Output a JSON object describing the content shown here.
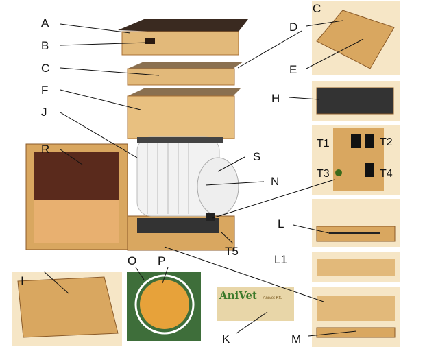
{
  "labels": {
    "A": "A",
    "B": "B",
    "C": "C",
    "F": "F",
    "J": "J",
    "R": "R",
    "I": "I",
    "O": "O",
    "P": "P",
    "K": "K",
    "M": "M",
    "L1": "L1",
    "L": "L",
    "T5": "T5",
    "S": "S",
    "N": "N",
    "H": "H",
    "E": "E",
    "D": "D",
    "C_inset": "C",
    "T1": "T1",
    "T2": "T2",
    "T3": "T3",
    "T4": "T4"
  },
  "nameplate": {
    "brand": "AniVet",
    "company": "AniVet Kft."
  },
  "colors": {
    "wood": "#e2b97a",
    "wood_dark": "#c08a48",
    "roof": "#3a2a20",
    "inset_bg": "#f6e6c6",
    "plate": "#e8d6a8",
    "brand_green": "#3c7a2a",
    "disc": "#e7a23a"
  }
}
